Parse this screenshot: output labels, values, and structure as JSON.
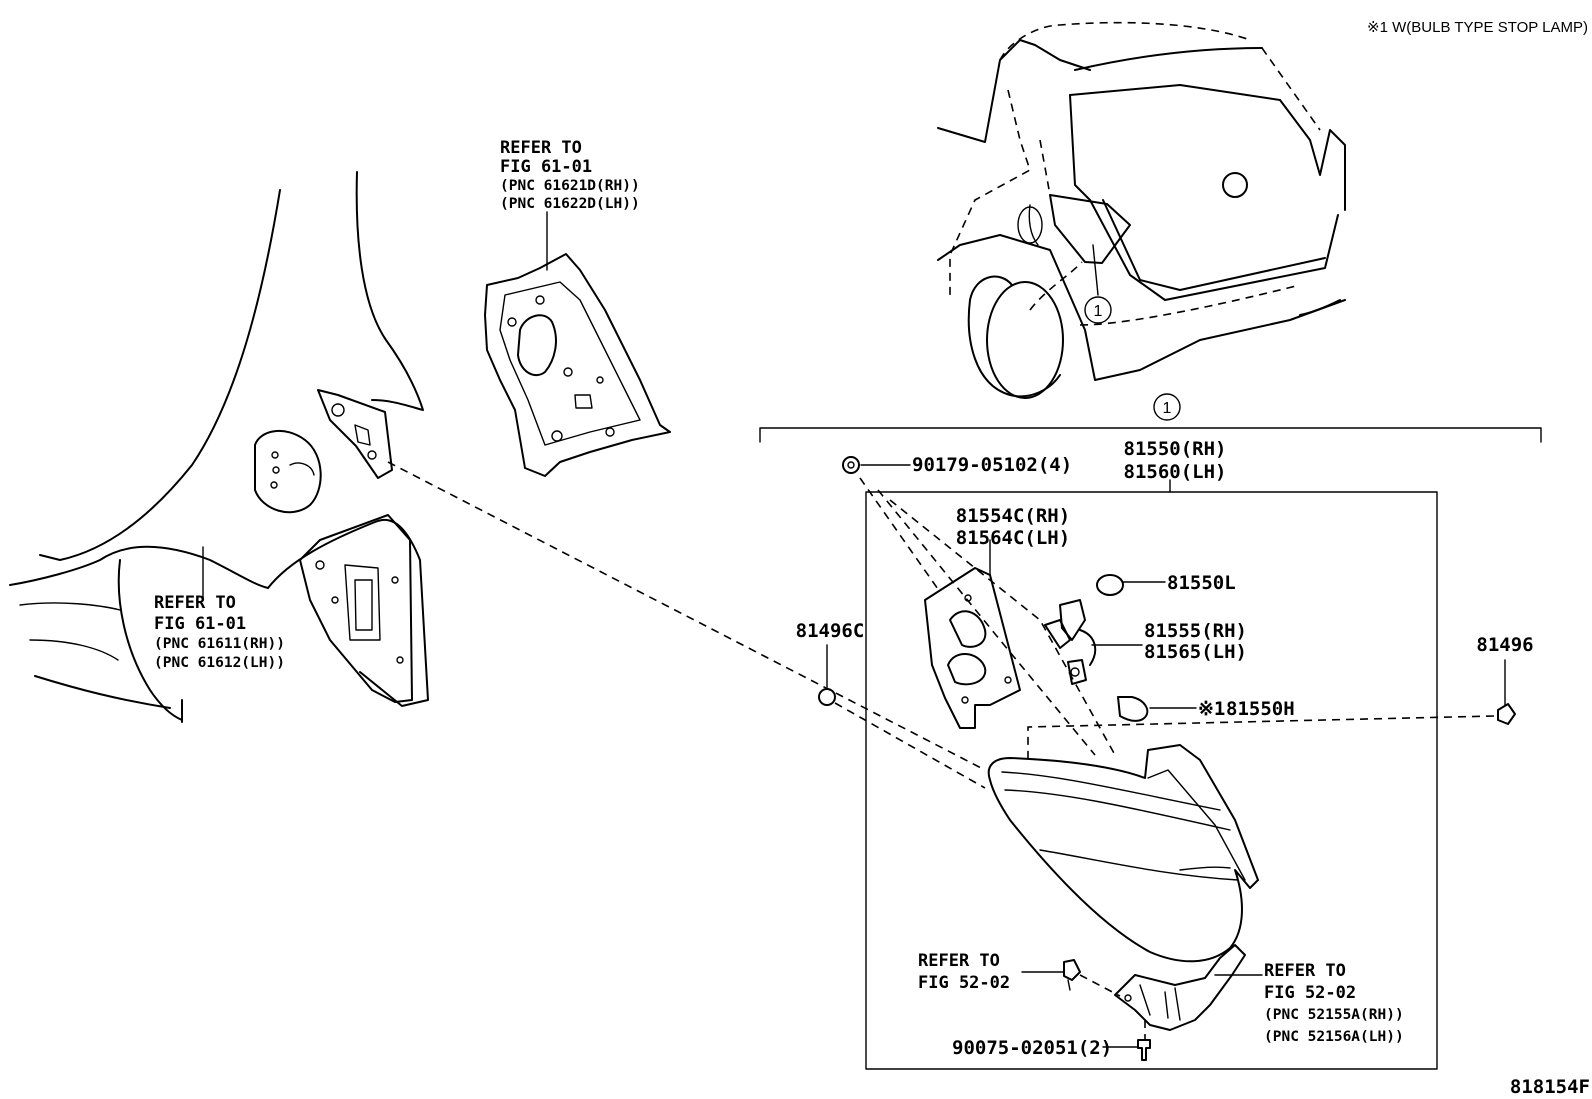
{
  "note": "※1 W(BULB TYPE STOP LAMP)",
  "diagram_code": "818154F",
  "assembly_marker": "1",
  "car_marker": "1",
  "refs": {
    "quarter_inner": {
      "line1": "REFER TO",
      "line2": "FIG 61-01",
      "line3": "(PNC 61621D(RH))",
      "line4": "(PNC 61622D(LH))"
    },
    "quarter_outer": {
      "line1": "REFER TO",
      "line2": "FIG 61-01",
      "line3": "(PNC 61611(RH))",
      "line4": "(PNC 61612(LH))"
    },
    "screw_left": {
      "line1": "REFER TO",
      "line2": "FIG 52-02"
    },
    "bracket_right": {
      "line1": "REFER TO",
      "line2": "FIG 52-02",
      "line3": "(PNC 52155A(RH))",
      "line4": "(PNC 52156A(LH))"
    }
  },
  "parts": {
    "nut_90179": "90179-05102(4)",
    "lamp_rh": "81550(RH)",
    "lamp_lh": "81560(LH)",
    "gasket_rh": "81554C(RH)",
    "gasket_lh": "81564C(LH)",
    "bulb_81550l": "81550L",
    "socket_rh": "81555(RH)",
    "socket_lh": "81565(LH)",
    "clip_81496c": "81496C",
    "clip_81496": "81496",
    "bulb_81550h": "81550H",
    "bulb_81550h_mark": "※1",
    "screw_90075": "90075-02051(2)"
  }
}
